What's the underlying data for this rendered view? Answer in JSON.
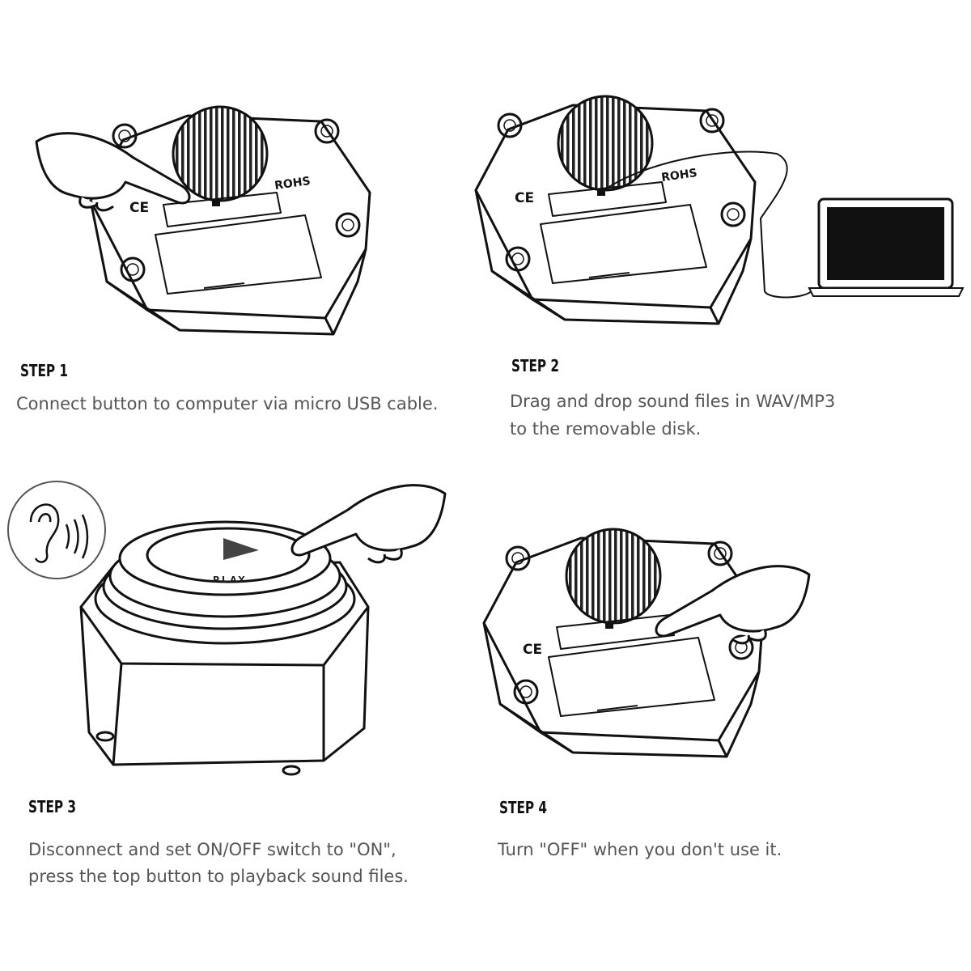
{
  "steps": [
    {
      "title": "STEP 1",
      "lines": [
        "Connect button to computer via micro USB cable."
      ]
    },
    {
      "title": "STEP 2",
      "lines": [
        "Drag and drop sound files in WAV/MP3",
        "to the removable disk."
      ]
    },
    {
      "title": "STEP 3",
      "lines": [
        "Disconnect and set ON/OFF switch to \"ON\",",
        "press the top button to playback sound files."
      ]
    },
    {
      "title": "STEP 4",
      "lines": [
        "Turn \"OFF\" when you don't use it."
      ]
    }
  ],
  "device": {
    "rohs_label": "ROHS",
    "ce_label": "CE",
    "play_label": "PLAY"
  },
  "colors": {
    "line": "#111111",
    "text": "#555555",
    "title": "#111111"
  }
}
